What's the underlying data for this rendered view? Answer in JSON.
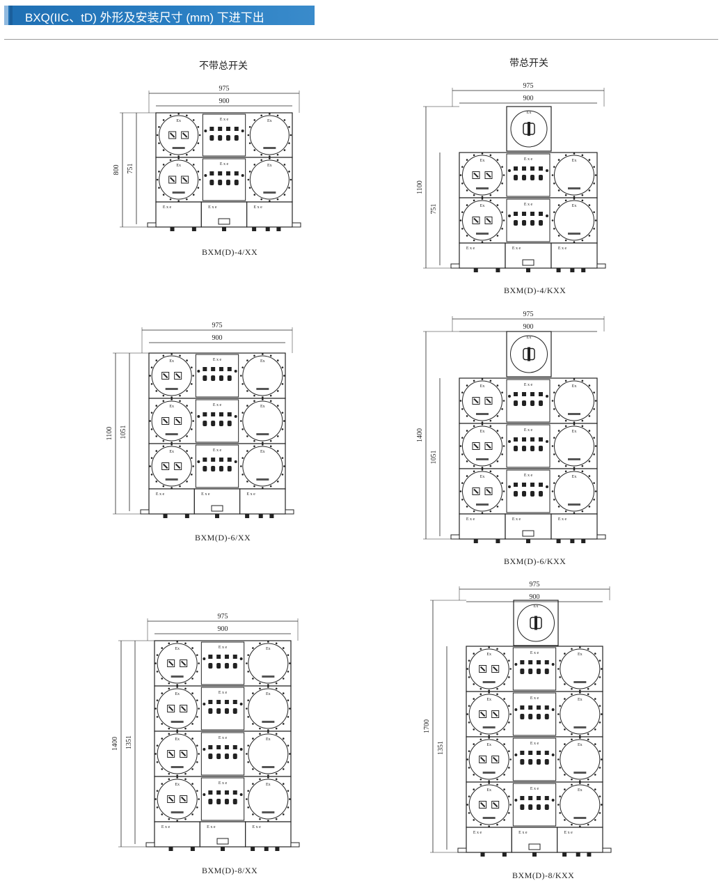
{
  "title": "BXQ(IIC、tD) 外形及安装尺寸 (mm) 下进下出",
  "columns": {
    "left": "不带总开关",
    "right": "带总开关"
  },
  "drawings": [
    {
      "id": "l1",
      "model": "BXM(D)-4/XX",
      "rows": 2,
      "main_switch": false,
      "width_outer": "975",
      "width_inner": "900",
      "height_outer": "800",
      "height_inner": "751"
    },
    {
      "id": "r1",
      "model": "BXM(D)-4/KXX",
      "rows": 2,
      "main_switch": true,
      "width_outer": "975",
      "width_inner": "900",
      "height_outer": "1100",
      "height_inner": "751"
    },
    {
      "id": "l2",
      "model": "BXM(D)-6/XX",
      "rows": 3,
      "main_switch": false,
      "width_outer": "975",
      "width_inner": "900",
      "height_outer": "1100",
      "height_inner": "1051"
    },
    {
      "id": "r2",
      "model": "BXM(D)-6/KXX",
      "rows": 3,
      "main_switch": true,
      "width_outer": "975",
      "width_inner": "900",
      "height_outer": "1400",
      "height_inner": "1051"
    },
    {
      "id": "l3",
      "model": "BXM(D)-8/XX",
      "rows": 4,
      "main_switch": false,
      "width_outer": "975",
      "width_inner": "900",
      "height_outer": "1400",
      "height_inner": "1351"
    },
    {
      "id": "r3",
      "model": "BXM(D)-8/KXX",
      "rows": 4,
      "main_switch": true,
      "width_outer": "975",
      "width_inner": "900",
      "height_outer": "1700",
      "height_inner": "1351"
    }
  ],
  "panel_text": {
    "ex": "Ex",
    "exe": "E x e"
  }
}
